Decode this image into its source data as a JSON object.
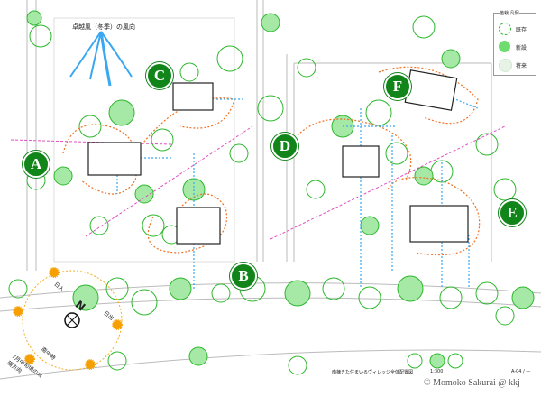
{
  "wind": {
    "title": "卓越風（冬季）の風向"
  },
  "legend": {
    "title": "植栽 凡例",
    "items": [
      {
        "label": "既存",
        "color": "#2db82d"
      },
      {
        "label": "新設",
        "color": "#6fdc6f"
      },
      {
        "label": "将来",
        "color": "#cfe8cf"
      }
    ]
  },
  "units": [
    "A",
    "B",
    "C",
    "D",
    "E",
    "F"
  ],
  "sun": {
    "sunset": "日入",
    "sunrise": "日出",
    "noon": "南中時",
    "note": "7月中旬頃の太陽方向",
    "north": "N"
  },
  "footer": {
    "title": "南棟きた住まいるヴィレッジ全体配置図",
    "scale": "1:300",
    "sheet": "A-04 / —",
    "copyright": "© Momoko Sakurai @ kkj"
  },
  "colors": {
    "accent": "#12851a",
    "tree": "#2db82d",
    "path": "#f07020",
    "wind": "#3aa8f0",
    "flow": "#e050c0"
  }
}
